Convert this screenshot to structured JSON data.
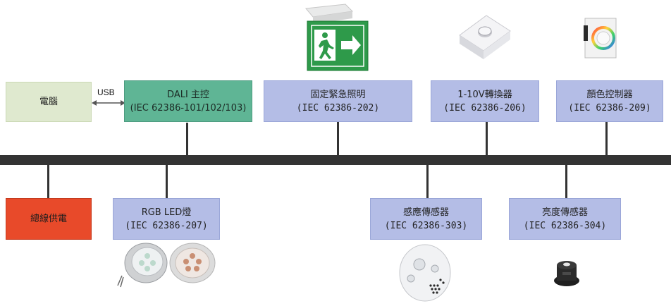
{
  "nodes": {
    "pc": {
      "label": "電腦"
    },
    "dali": {
      "line1": "DALI 主控",
      "line2": "(IEC 62386-101/102/103)"
    },
    "emergency": {
      "line1": "固定緊急照明",
      "line2": "(IEC 62386-202)"
    },
    "converter": {
      "line1": "1-10V轉換器",
      "line2": "(IEC 62386-206)"
    },
    "color": {
      "line1": "顏色控制器",
      "line2": "(IEC 62386-209)"
    },
    "power": {
      "label": "總線供電"
    },
    "rgb": {
      "line1": "RGB LED燈",
      "line2": "(IEC 62386-207)"
    },
    "occupancy": {
      "line1": "感應傳感器",
      "line2": "(IEC 62386-303)"
    },
    "light": {
      "line1": "亮度傳感器",
      "line2": "(IEC 62386-304)"
    }
  },
  "usb_label": "USB",
  "colors": {
    "bus": "#333333",
    "lavender": "#b4bde6",
    "teal": "#5fb595",
    "pale_green": "#dfe9cf",
    "red": "#e84a2a",
    "exit_sign_green": "#2e9a4a"
  }
}
